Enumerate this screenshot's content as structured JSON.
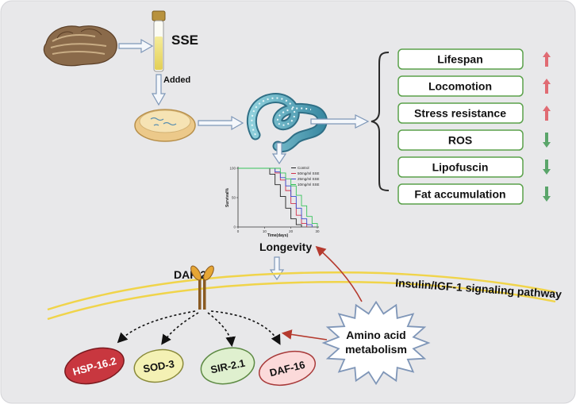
{
  "labels": {
    "sse": "SSE",
    "added": "Added",
    "longevity": "Longevity",
    "daf2": "DAF-2",
    "pathway": "Insulin/IGF-1 signaling pathway",
    "amino_line1": "Amino acid",
    "amino_line2": "metabolism"
  },
  "effects": [
    {
      "label": "Lifespan",
      "direction": "up"
    },
    {
      "label": "Locomotion",
      "direction": "up"
    },
    {
      "label": "Stress resistance",
      "direction": "up"
    },
    {
      "label": "ROS",
      "direction": "down"
    },
    {
      "label": "Lipofuscin",
      "direction": "down"
    },
    {
      "label": "Fat accumulation",
      "direction": "down"
    }
  ],
  "genes": [
    {
      "label": "HSP-16.2",
      "fill": "#c8373f",
      "stroke": "#7a1a1f",
      "text": "#ffffff"
    },
    {
      "label": "SOD-3",
      "fill": "#f4f1b4",
      "stroke": "#8a8a3a",
      "text": "#111111"
    },
    {
      "label": "SIR-2.1",
      "fill": "#dff0cf",
      "stroke": "#5d8a44",
      "text": "#111111"
    },
    {
      "label": "DAF-16",
      "fill": "#fbdada",
      "stroke": "#a83a3a",
      "text": "#111111"
    }
  ],
  "colors": {
    "background": "#e8e8ea",
    "box_stroke": "#5aa14a",
    "arrow_up": "#e06b73",
    "arrow_down": "#5aa56a",
    "membrane": "#f0d44a",
    "red_arrow": "#b53a2e"
  },
  "chart_data": {
    "type": "line",
    "xlabel": "Time(days)",
    "ylabel": "Survival%",
    "xlim": [
      0,
      30
    ],
    "ylim": [
      0,
      100
    ],
    "xticks": [
      0,
      10,
      20,
      30
    ],
    "yticks": [
      0,
      50,
      100
    ],
    "series": [
      {
        "name": "Control",
        "color": "#222222",
        "x": [
          0,
          10,
          12,
          14,
          16,
          18,
          20,
          22,
          24
        ],
        "y": [
          100,
          100,
          90,
          72,
          52,
          32,
          14,
          4,
          0
        ]
      },
      {
        "name": "50mg/ml SSE",
        "color": "#d0304a",
        "x": [
          0,
          12,
          14,
          16,
          18,
          20,
          22,
          24,
          26
        ],
        "y": [
          100,
          100,
          92,
          80,
          62,
          40,
          20,
          6,
          0
        ]
      },
      {
        "name": "25mg/ml SSE",
        "color": "#3a4bd0",
        "x": [
          0,
          12,
          14,
          16,
          18,
          20,
          22,
          24,
          26,
          28
        ],
        "y": [
          100,
          100,
          94,
          84,
          70,
          52,
          32,
          14,
          4,
          0
        ]
      },
      {
        "name": "10mg/ml SSE",
        "color": "#36c25a",
        "x": [
          0,
          14,
          16,
          18,
          20,
          22,
          24,
          26,
          28,
          30
        ],
        "y": [
          100,
          100,
          92,
          82,
          70,
          54,
          36,
          18,
          6,
          0
        ]
      }
    ]
  }
}
